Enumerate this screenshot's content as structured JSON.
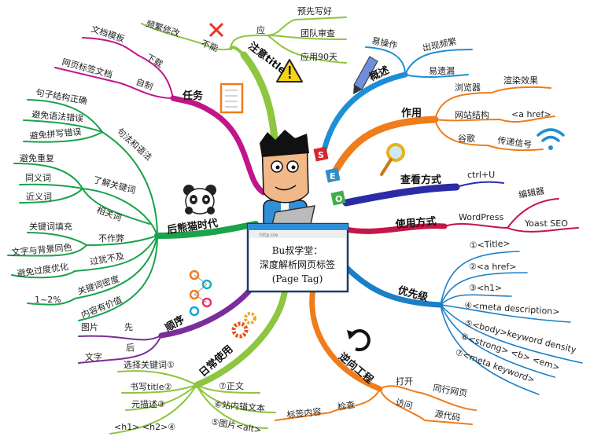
{
  "center": {
    "line1": "Bu叔学堂：",
    "line2": "深度解析网页标签",
    "line3": "(Page Tag)",
    "url_text": "http://w"
  },
  "colors": {
    "note_title": "#8dc63f",
    "tasks": "#c0168a",
    "panda": "#1aa34a",
    "order": "#7b2d9b",
    "daily": "#8dc63f",
    "reverse": "#f07c1a",
    "priority": "#1a7fc9",
    "usage": "#c4164a",
    "view": "#2b2ba8",
    "function": "#f07c1a",
    "overview": "#1e8fd5"
  },
  "branches": {
    "note_title": {
      "label": "注意title",
      "cannot": "不能",
      "cannot_item": "频繁修改",
      "should": "应",
      "should_items": [
        "预先写好",
        "团队审查",
        "应用90天"
      ]
    },
    "tasks": {
      "label": "任务",
      "download": "下载",
      "download_item": "文档模板",
      "self_made": "自制",
      "self_made_item": "网页标签文档"
    },
    "panda": {
      "label": "后熊猫时代",
      "syntax": "句法和语法",
      "syntax_items": [
        "句子结构正确",
        "避免语法错误",
        "避免拼写错误"
      ],
      "keywords": "了解关键词",
      "keywords_items": [
        "避免重复",
        "同义词",
        "近义词"
      ],
      "related": "相关词",
      "no_cheat": "不作弊",
      "no_cheat_items": [
        "关键词填充",
        "文字与背景同色"
      ],
      "overdo": "过犹不及",
      "overdo_item": "避免过度优化",
      "density": "关键词密度",
      "density_item": "1~2%",
      "valuable": "内容有价值"
    },
    "order": {
      "label": "顺序",
      "first": "先",
      "first_item": "图片",
      "after": "后",
      "after_item": "文字"
    },
    "daily": {
      "label": "日常使用",
      "items": [
        "选择关键词①",
        "书写title②",
        "元描述③",
        "<h1> <h2>④",
        "⑤图片<alt>",
        "⑥站内锚文本",
        "⑦正文"
      ]
    },
    "reverse": {
      "label": "逆向工程",
      "open": "打开",
      "open_item": "同行网页",
      "visit": "访问",
      "visit_item": "源代码",
      "inspect": "检查",
      "inspect_item": "标签内容"
    },
    "priority": {
      "label": "优先级",
      "items": [
        "①<Title>",
        "②<a href>",
        "③<h1>",
        "④<meta description>",
        "⑤<body>keyword density",
        "⑥<strong> <b> <em>",
        "⑦<meta keyword>"
      ]
    },
    "usage": {
      "label": "使用方式",
      "wordpress": "WordPress",
      "items": [
        "编辑器",
        "Yoast SEO"
      ]
    },
    "view": {
      "label": "查看方式",
      "item": "ctrl+U"
    },
    "function": {
      "label": "作用",
      "browser": "浏览器",
      "browser_item": "渲染效果",
      "structure": "网站结构",
      "structure_item": "<a href>",
      "google": "谷歌",
      "google_item": "传递信号"
    },
    "overview": {
      "label": "概述",
      "items": [
        "易操作",
        "出现频繁",
        "易遗漏"
      ]
    }
  },
  "icons": {
    "seo_cubes": [
      "S",
      "E",
      "O"
    ]
  }
}
